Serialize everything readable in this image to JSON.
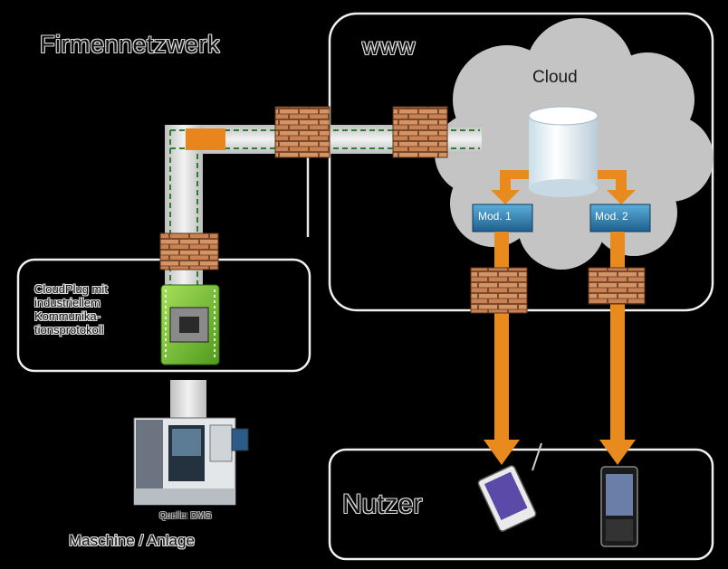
{
  "labels": {
    "company_network": "Firmennetzwerk",
    "www": "www",
    "cloud": "Cloud",
    "cloudplug": "CloudPlug mit\nindustriellem\nKommunika-\ntionsprotokoll",
    "module_1": "Mod. 1",
    "module_2": "Mod. 2",
    "image_source": "Quelle: DMG",
    "machine": "Maschine / Anlage",
    "users": "Nutzer"
  },
  "colors": {
    "background": "#000000",
    "cloud_fill": "#c4c4c4",
    "database": "#eef6fb",
    "module_box": "#3d8fc0",
    "arrow_orange": "#e98a1f",
    "brick": "#c98b5a",
    "chip_green": "#7cc23a",
    "dashed_green": "#3a7a2a"
  },
  "icons": [
    "firewall-brick-icon",
    "database-icon",
    "chip-icon",
    "cnc-machine-icon",
    "tablet-icon",
    "smartphone-icon"
  ]
}
